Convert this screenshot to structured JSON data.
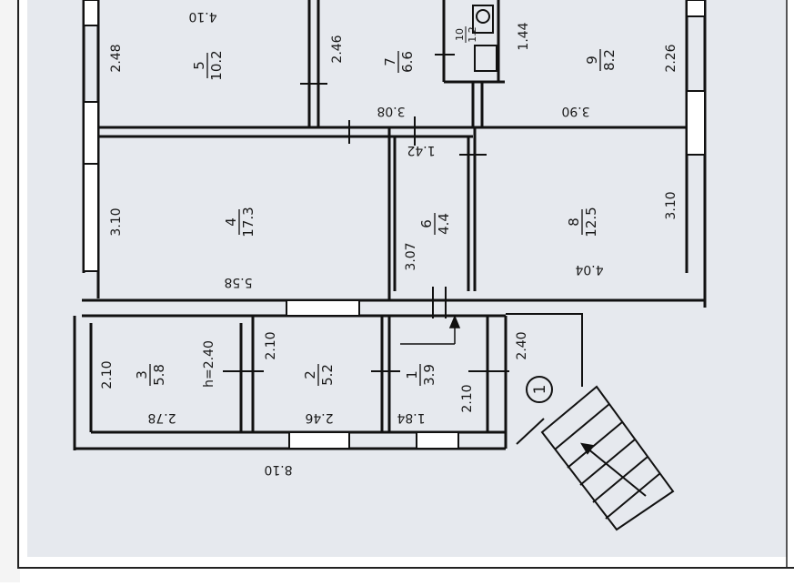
{
  "plan": {
    "rooms": [
      {
        "id": "1",
        "area": "3.9"
      },
      {
        "id": "2",
        "area": "5.2"
      },
      {
        "id": "3",
        "area": "5.8"
      },
      {
        "id": "4",
        "area": "17.3"
      },
      {
        "id": "5",
        "area": "10.2"
      },
      {
        "id": "6",
        "area": "4.4"
      },
      {
        "id": "7",
        "area": "6.6"
      },
      {
        "id": "8",
        "area": "12.5"
      },
      {
        "id": "9",
        "area": "8.2"
      },
      {
        "id": "10",
        "area": "1.2"
      }
    ],
    "dimensions": {
      "d_4_10": "4.10",
      "d_2_48": "2.48",
      "d_2_46a": "2.46",
      "d_3_08": "3.08",
      "d_1_44": "1.44",
      "d_2_26": "2.26",
      "d_3_90": "3.90",
      "d_3_10a": "3.10",
      "d_5_58": "5.58",
      "d_3_07": "3.07",
      "d_1_42": "1.42",
      "d_3_10b": "3.10",
      "d_4_04": "4.04",
      "d_2_10a": "2.10",
      "d_h240": "h=2.40",
      "d_2_78": "2.78",
      "d_2_10b": "2.10",
      "d_2_46b": "2.46",
      "d_1_84": "1.84",
      "d_2_10c": "2.10",
      "d_2_40": "2.40",
      "d_8_10": "8.10"
    },
    "entrance_marker": "1"
  }
}
